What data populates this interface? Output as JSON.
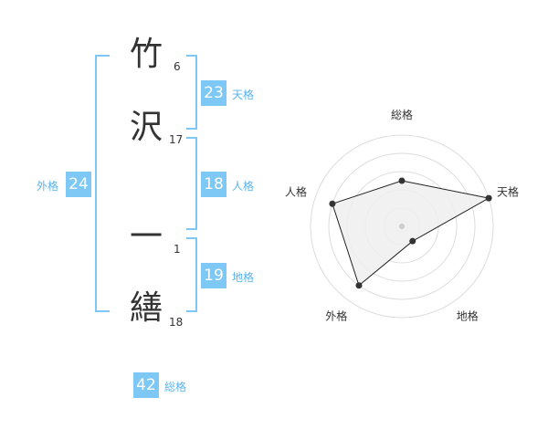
{
  "name": {
    "characters": [
      {
        "char": "竹",
        "strokes": "6"
      },
      {
        "char": "沢",
        "strokes": "17"
      },
      {
        "char": "一",
        "strokes": "1"
      },
      {
        "char": "繕",
        "strokes": "18"
      }
    ]
  },
  "kaku": {
    "tenkaku": {
      "value": "23",
      "label": "天格"
    },
    "jinkaku": {
      "value": "18",
      "label": "人格"
    },
    "chikaku": {
      "value": "19",
      "label": "地格"
    },
    "gaikaku": {
      "value": "24",
      "label": "外格"
    },
    "soukaku": {
      "value": "42",
      "label": "総格"
    }
  },
  "colors": {
    "accent": "#7ec8f5",
    "label": "#5ab4ee",
    "text": "#333333"
  },
  "chart_data": {
    "type": "radar",
    "categories": [
      "総格",
      "天格",
      "地格",
      "外格",
      "人格"
    ],
    "values": [
      2.5,
      5,
      1,
      4,
      4
    ],
    "range": [
      0,
      5
    ],
    "rings": 5
  }
}
